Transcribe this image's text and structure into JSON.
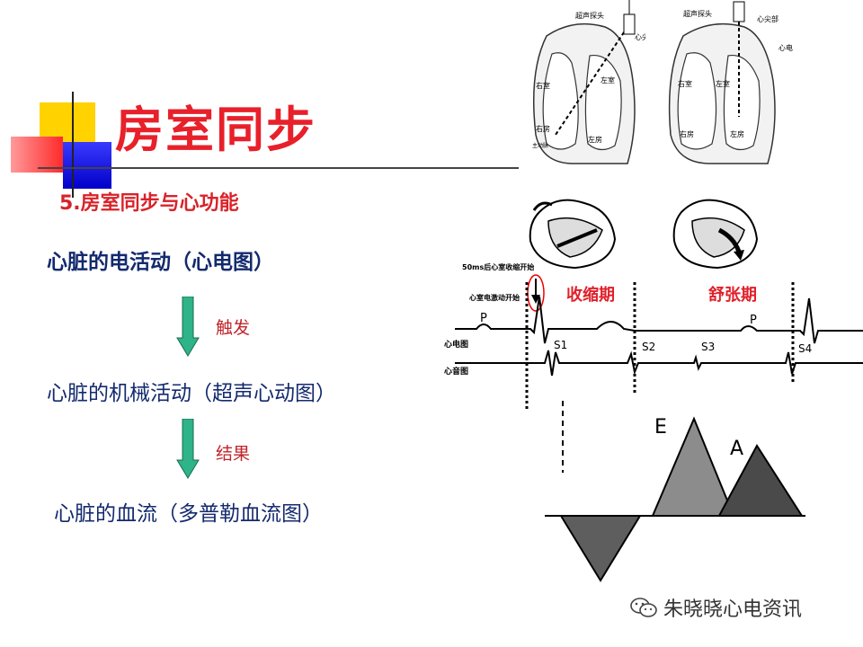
{
  "slide": {
    "title": "房室同步",
    "subtitle": "5.房室同步与心功能",
    "items": [
      {
        "label": "心脏的电活动（心电图）"
      },
      {
        "arrow_label": "触发"
      },
      {
        "label": "心脏的机械活动（超声心动图）"
      },
      {
        "arrow_label": "结果"
      },
      {
        "label": "心脏的血流（多普勒血流图）"
      }
    ]
  },
  "heart_diagrams": {
    "left": {
      "labels": [
        "超声探头",
        "心尖部",
        "右室",
        "左室",
        "右房",
        "左房",
        "主动脉"
      ]
    },
    "right": {
      "labels": [
        "超声探头",
        "心尖部",
        "心电",
        "右室",
        "左室",
        "右房",
        "左房"
      ]
    }
  },
  "ecg_panel": {
    "annot_1": "50ms后心室收缩开始",
    "annot_2": "心室电激动开始",
    "systole": "收缩期",
    "diastole": "舒张期",
    "row_ecg": "心电图",
    "row_pcg": "心音图",
    "p_wave": "P",
    "s1": "S1",
    "s2": "S2",
    "s3": "S3",
    "s4": "S4"
  },
  "doppler": {
    "e_label": "E",
    "a_label": "A"
  },
  "watermark": {
    "text": "朱晓晓心电资讯"
  },
  "colors": {
    "title_red": "#e8202a",
    "text_blue": "#142a6e",
    "arrow_green": "#2fb389"
  }
}
